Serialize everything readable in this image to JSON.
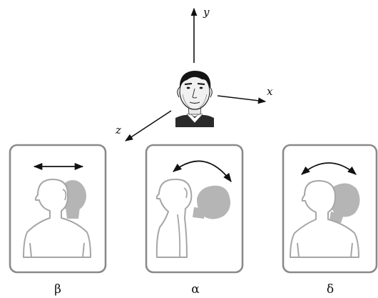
{
  "axes": {
    "y_label": "y",
    "x_label": "x",
    "z_label": "z"
  },
  "panels": [
    {
      "label": "β",
      "motion": "lateral-translation"
    },
    {
      "label": "α",
      "motion": "pitch-rotation"
    },
    {
      "label": "δ",
      "motion": "roll-rotation"
    }
  ],
  "colors": {
    "ink": "#111111",
    "frame": "#8a8a8a",
    "silhouette_outline": "#a6a6a6",
    "ghost": "#b5b5b5"
  }
}
